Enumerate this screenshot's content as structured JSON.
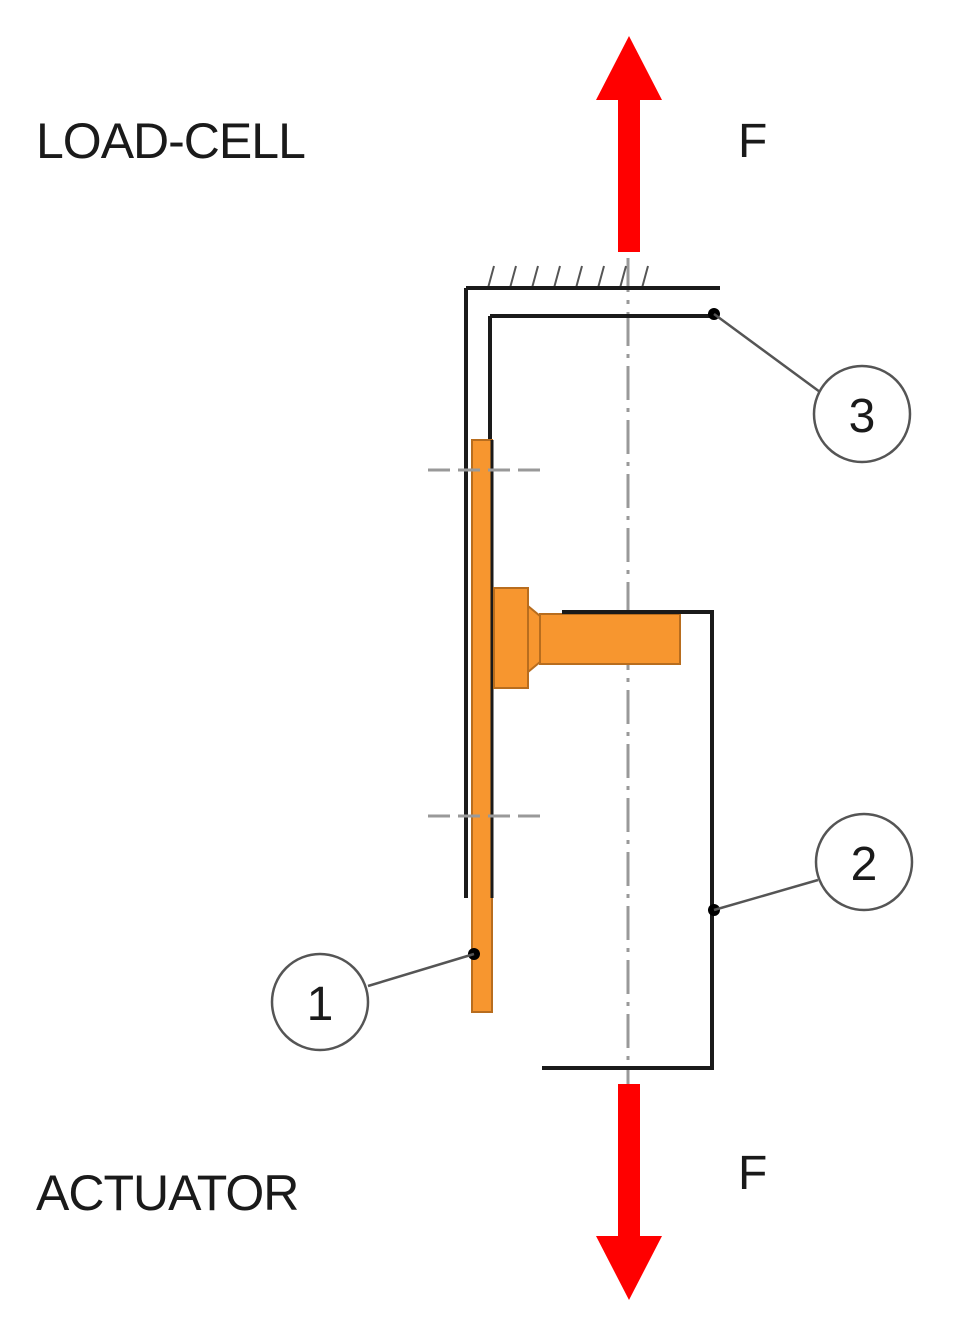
{
  "labels": {
    "top": "LOAD-CELL",
    "bottom": "ACTUATOR",
    "force_top": "F",
    "force_bottom": "F"
  },
  "callouts": [
    {
      "number": "1"
    },
    {
      "number": "2"
    },
    {
      "number": "3"
    }
  ],
  "colors": {
    "force_arrow": "#ff0000",
    "specimen": "#f7962f",
    "specimen_outline": "#b86d1e",
    "line": "#1a1a1a",
    "centerline": "#999999"
  }
}
